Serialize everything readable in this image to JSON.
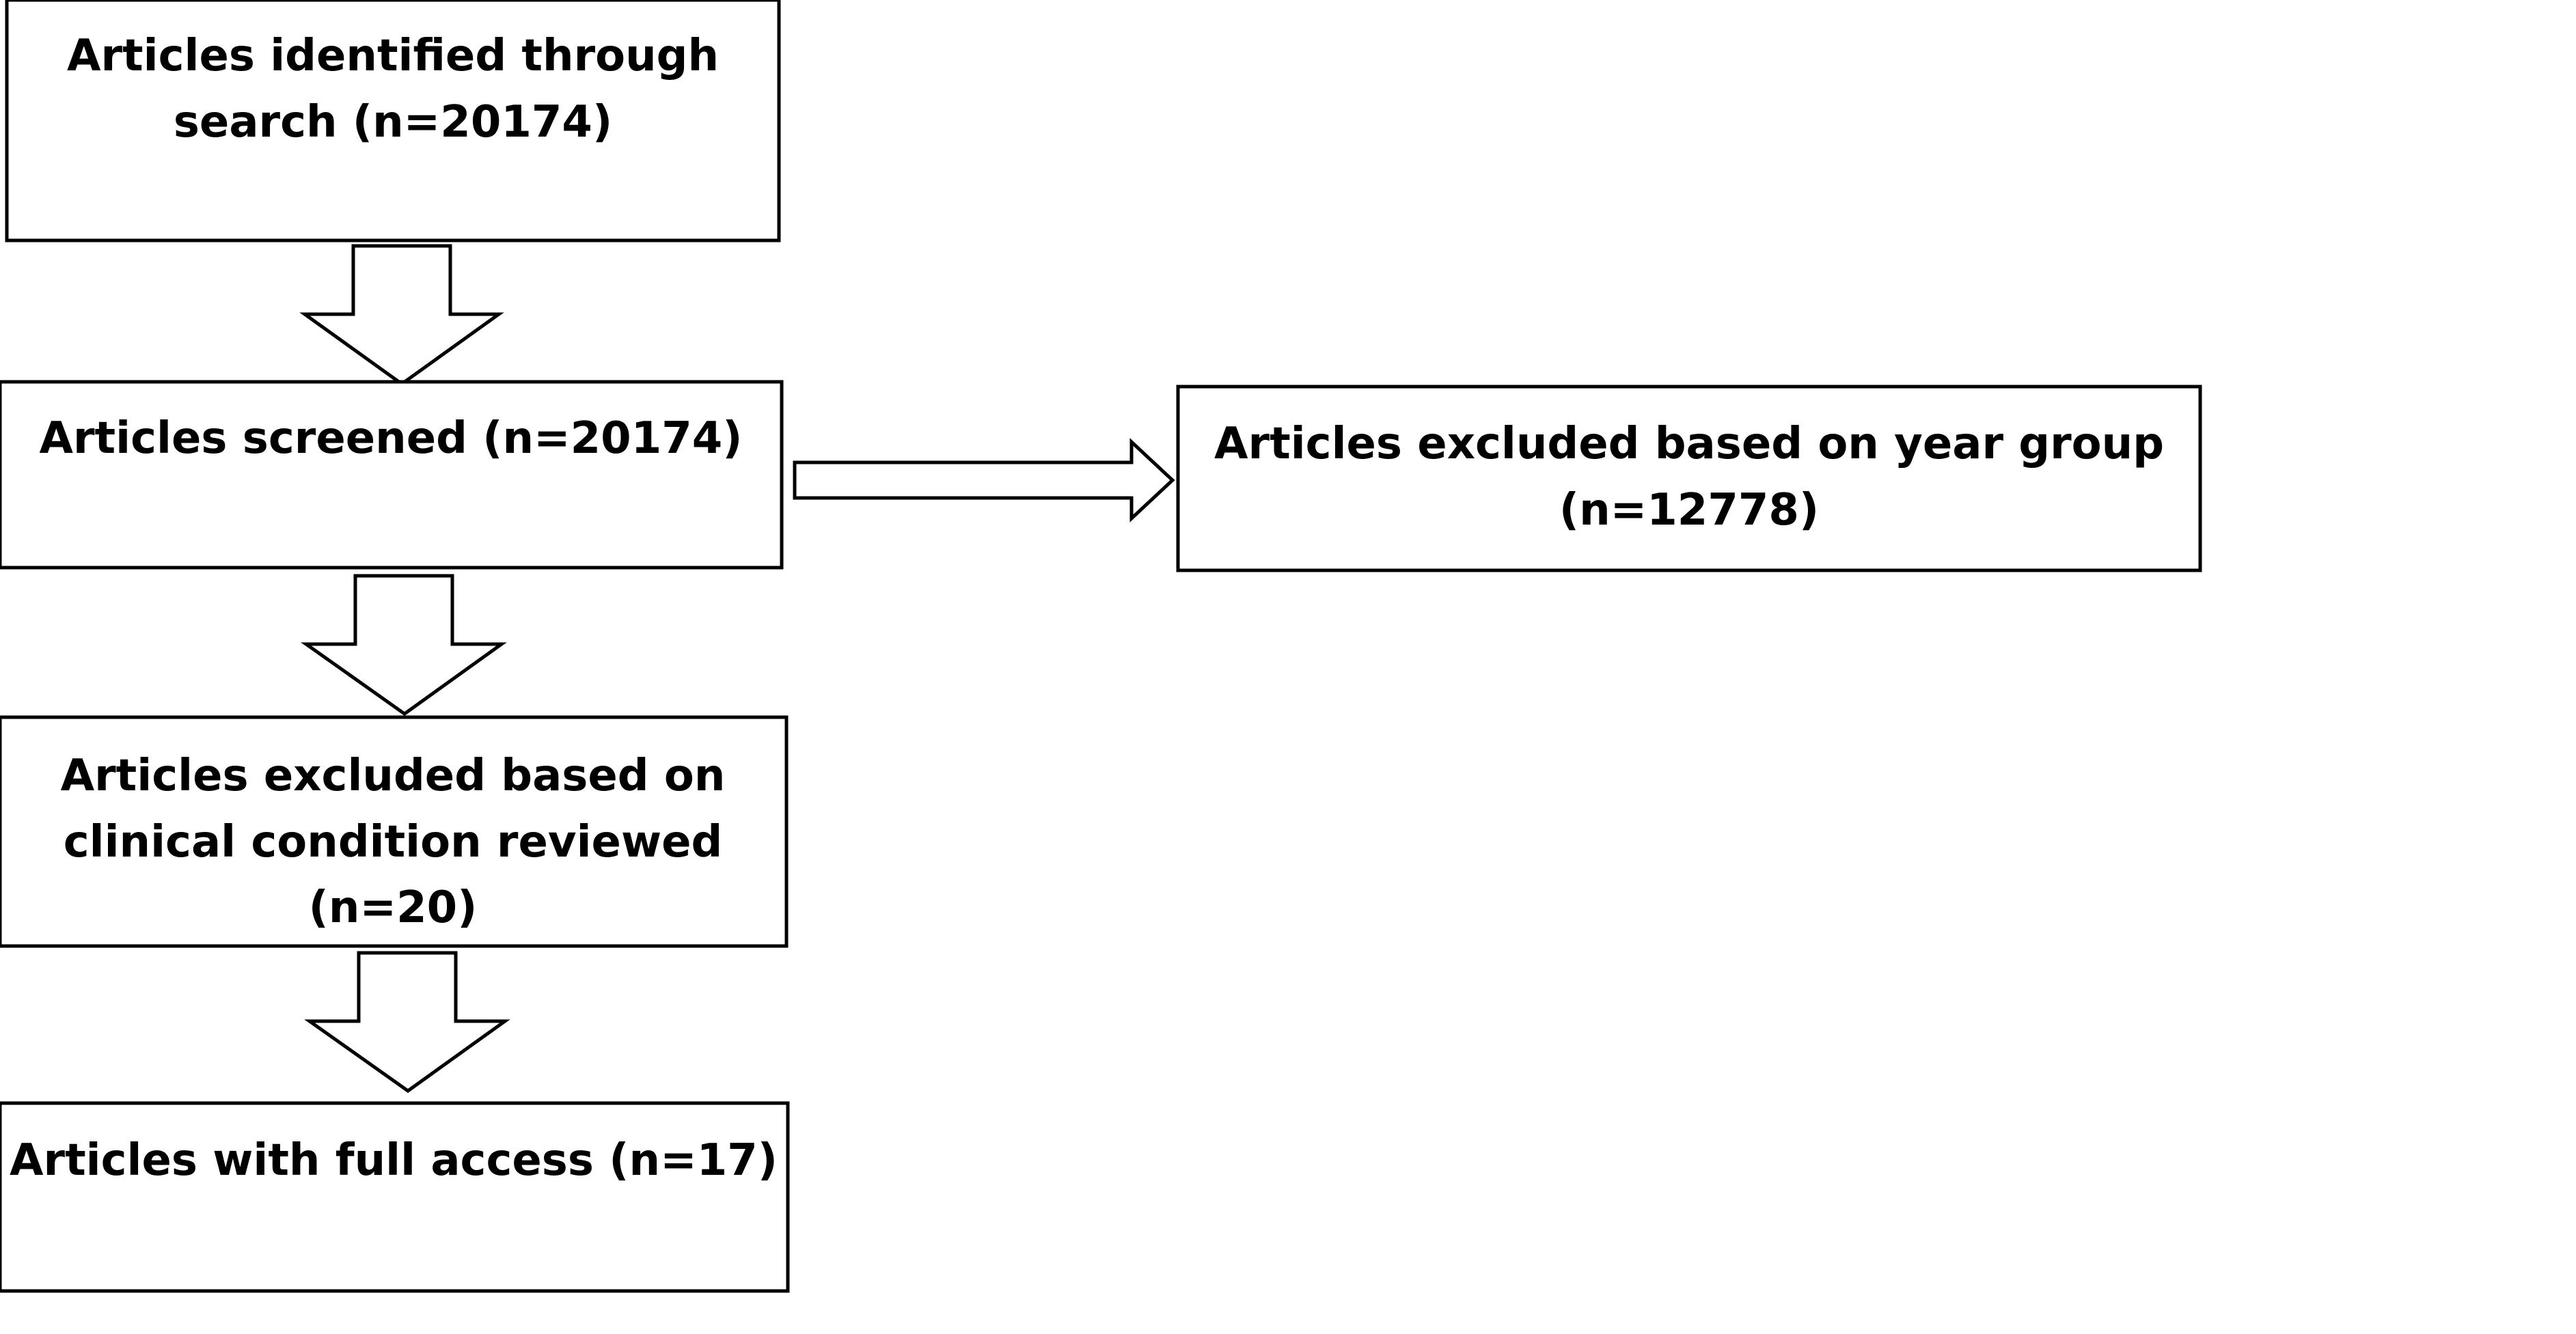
{
  "flowchart": {
    "identified": {
      "line1": "Articles identified through",
      "line2": "search (n=20174)"
    },
    "screened": {
      "line1": "Articles screened (n=20174)"
    },
    "excluded_year": {
      "line1": "Articles excluded based on year group",
      "line2": "(n=12778)"
    },
    "excluded_clinical": {
      "line1": "Articles excluded based on",
      "line2": "clinical condition reviewed",
      "line3": "(n=20)"
    },
    "full_access": {
      "line1": "Articles with full access (n=17)"
    }
  }
}
